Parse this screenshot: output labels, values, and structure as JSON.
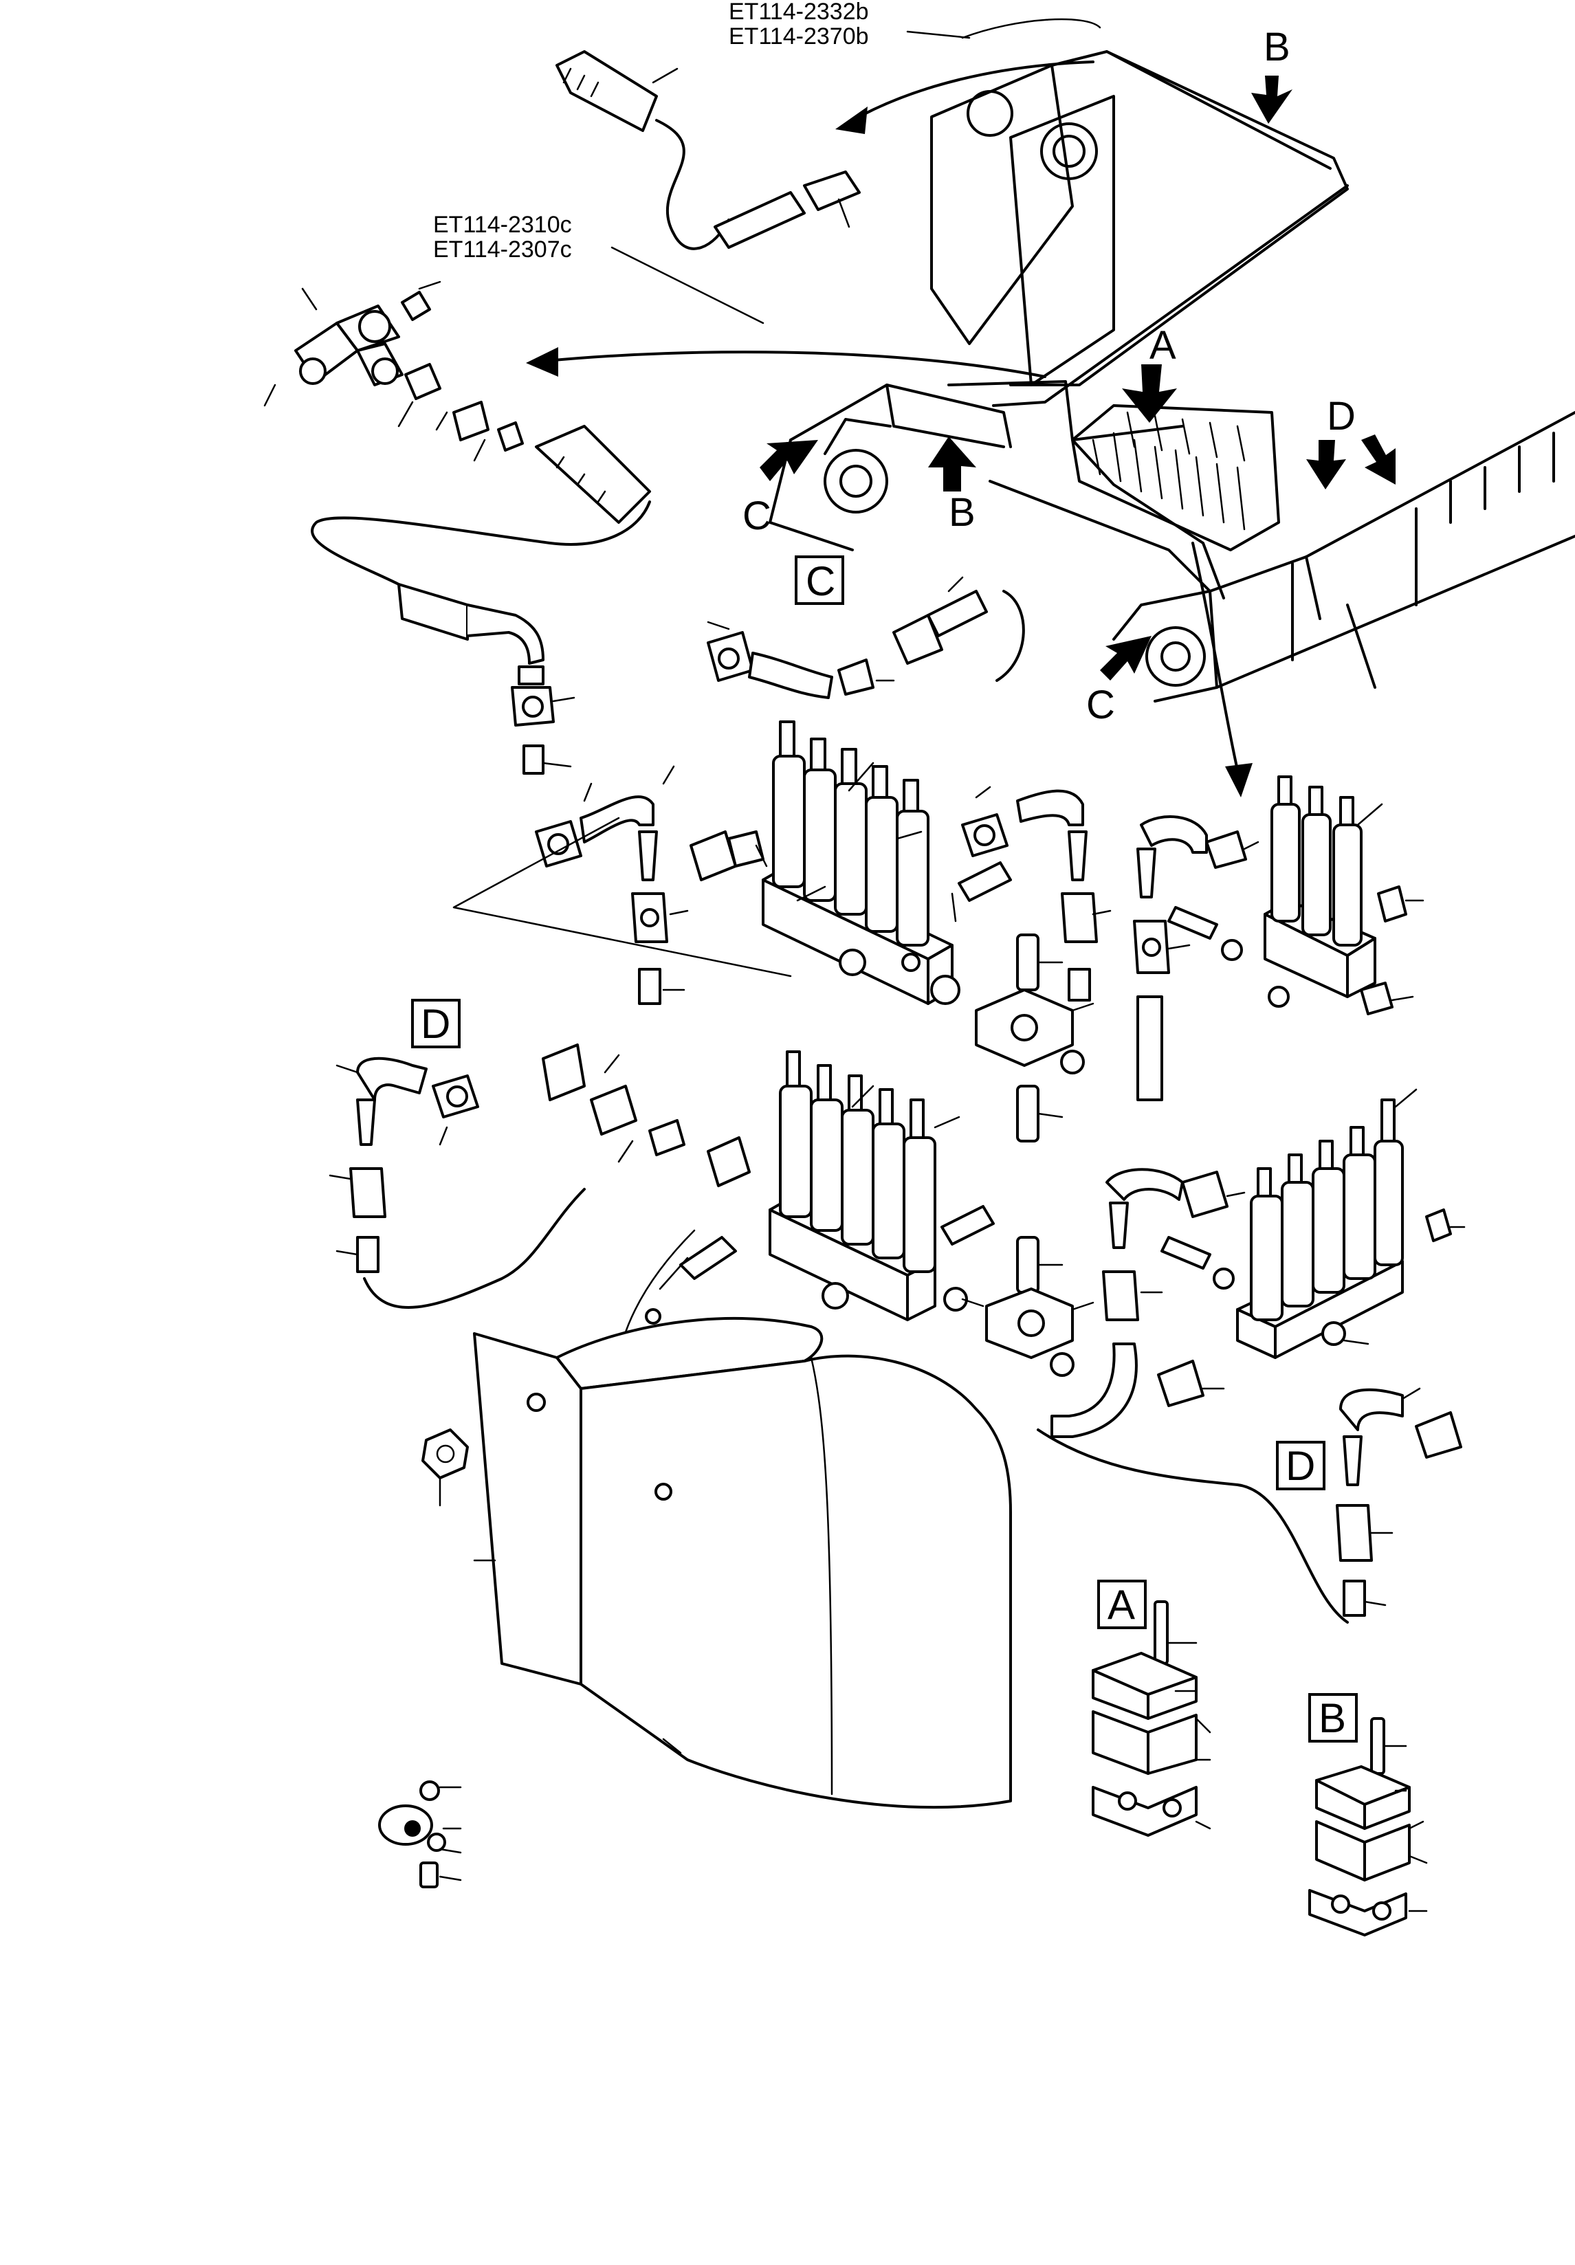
{
  "references": {
    "ref_2332b": "ET114-2332b",
    "ref_2370b": "ET114-2370b",
    "ref_2310c": "ET114-2310c",
    "ref_2307c": "ET114-2307c"
  },
  "callouts": {
    "a": "A",
    "b": "B",
    "c": "C",
    "d": "D"
  },
  "detail_views": {
    "a": "A",
    "b": "B",
    "c": "C",
    "d": "D"
  },
  "colors": {
    "line": "#000000",
    "background": "#ffffff"
  }
}
